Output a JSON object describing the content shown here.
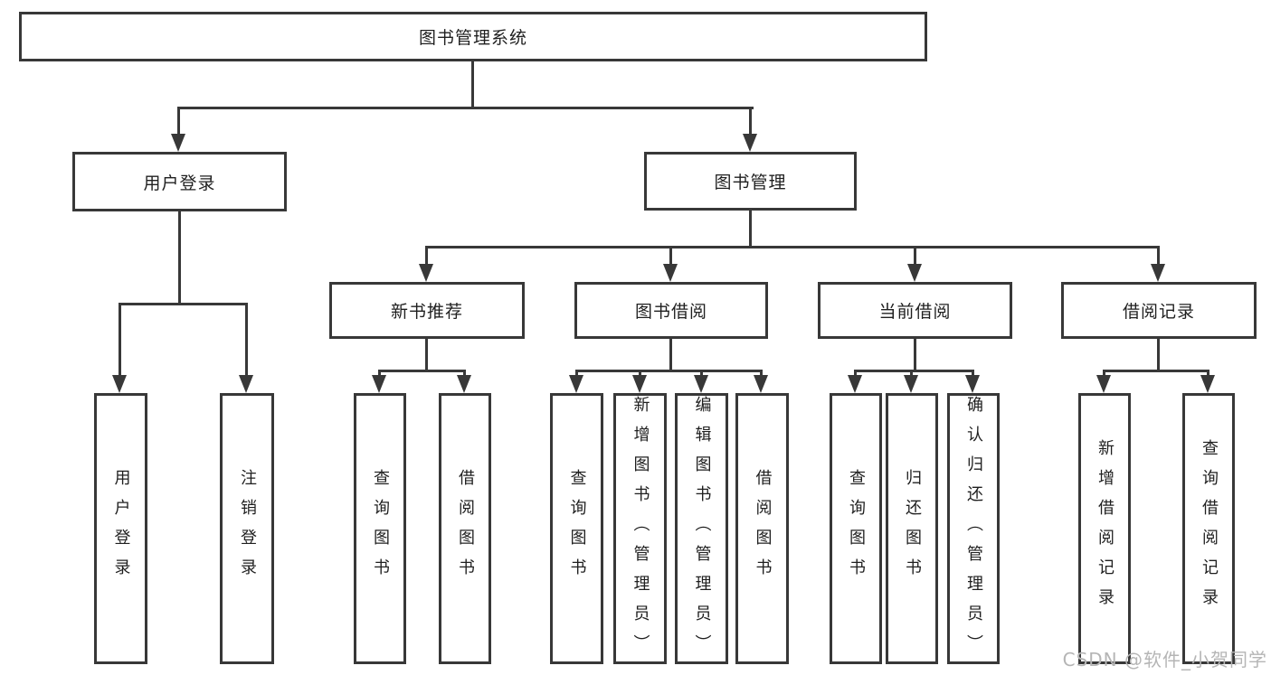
{
  "diagram": {
    "title": "图书管理系统",
    "root": {
      "label": "图书管理系统"
    },
    "branches": [
      {
        "label": "用户登录"
      },
      {
        "label": "图书管理"
      }
    ],
    "modules": [
      {
        "label": "新书推荐"
      },
      {
        "label": "图书借阅"
      },
      {
        "label": "当前借阅"
      },
      {
        "label": "借阅记录"
      }
    ],
    "leaves": [
      {
        "label": "用户登录",
        "parent": "用户登录"
      },
      {
        "label": "注销登录",
        "parent": "用户登录"
      },
      {
        "label": "查询图书",
        "parent": "新书推荐"
      },
      {
        "label": "借阅图书",
        "parent": "新书推荐"
      },
      {
        "label": "查询图书",
        "parent": "图书借阅"
      },
      {
        "label": "新增图书（管理员）",
        "parent": "图书借阅"
      },
      {
        "label": "编辑图书（管理员）",
        "parent": "图书借阅"
      },
      {
        "label": "借阅图书",
        "parent": "图书借阅"
      },
      {
        "label": "查询图书",
        "parent": "当前借阅"
      },
      {
        "label": "归还图书",
        "parent": "当前借阅"
      },
      {
        "label": "确认归还（管理员）",
        "parent": "当前借阅"
      },
      {
        "label": "新增借阅记录",
        "parent": "借阅记录"
      },
      {
        "label": "查询借阅记录",
        "parent": "借阅记录"
      }
    ]
  },
  "watermark": {
    "text": "CSDN @软件_小贺同学"
  },
  "colors": {
    "line": "#383838",
    "text": "#1f1f1f",
    "watermark": "#b5b5b5",
    "background": "#ffffff"
  }
}
